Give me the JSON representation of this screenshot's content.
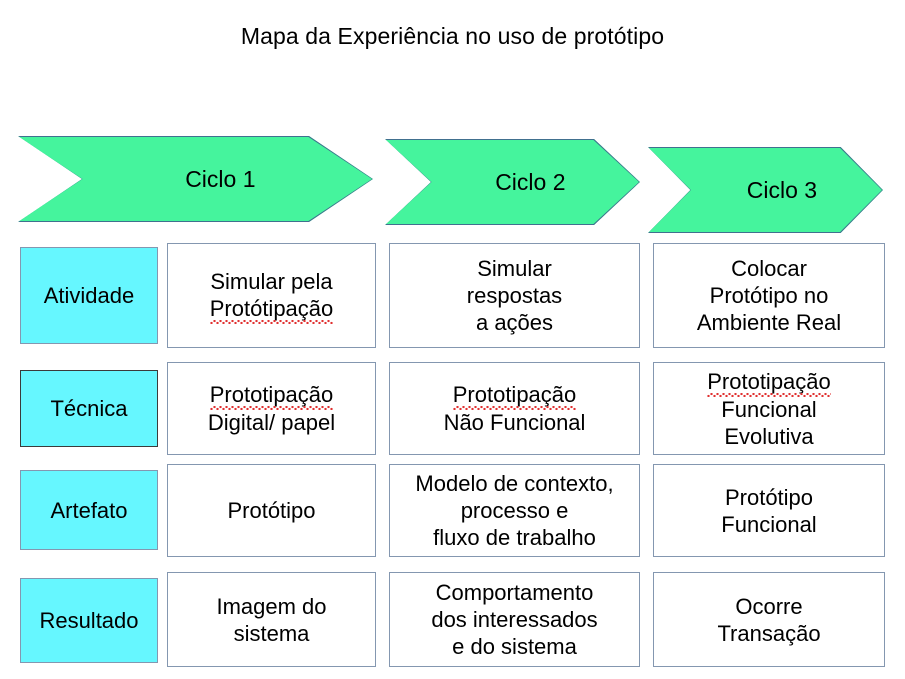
{
  "title": "Mapa da Experiência no uso de protótipo",
  "colors": {
    "arrow_fill": "#45F49D",
    "arrow_border": "#41708F",
    "label_fill": "#66F7FF",
    "cell_border": "#8497B0",
    "spellcheck_underline": "#E03030",
    "text": "#000000",
    "background": "#FFFFFF"
  },
  "phases": [
    {
      "label": "Ciclo 1"
    },
    {
      "label": "Ciclo 2"
    },
    {
      "label": "Ciclo 3"
    }
  ],
  "rows": [
    {
      "label": "Atividade",
      "cells": [
        {
          "lines": [
            "Simular pela",
            "Protótipação"
          ],
          "misspelled": [
            1
          ]
        },
        {
          "lines": [
            "Simular",
            "respostas",
            "a ações"
          ],
          "misspelled": []
        },
        {
          "lines": [
            "Colocar",
            "Protótipo  no",
            "Ambiente Real"
          ],
          "misspelled": []
        }
      ]
    },
    {
      "label": "Técnica",
      "cells": [
        {
          "lines": [
            "Prototipação",
            "Digital/ papel"
          ],
          "misspelled": [
            0
          ]
        },
        {
          "lines": [
            "Prototipação",
            "Não Funcional"
          ],
          "misspelled": [
            0
          ]
        },
        {
          "lines": [
            "Prototipação",
            "Funcional",
            "Evolutiva"
          ],
          "misspelled": [
            0
          ]
        }
      ]
    },
    {
      "label": "Artefato",
      "cells": [
        {
          "lines": [
            "Protótipo"
          ],
          "misspelled": []
        },
        {
          "lines": [
            "Modelo de contexto,",
            "processo e",
            "fluxo de trabalho"
          ],
          "misspelled": []
        },
        {
          "lines": [
            "Protótipo",
            "Funcional"
          ],
          "misspelled": []
        }
      ]
    },
    {
      "label": "Resultado",
      "cells": [
        {
          "lines": [
            "Imagem do",
            "sistema"
          ],
          "misspelled": []
        },
        {
          "lines": [
            "Comportamento",
            "dos interessados",
            "e do sistema"
          ],
          "misspelled": []
        },
        {
          "lines": [
            "Ocorre",
            "Transação"
          ],
          "misspelled": []
        }
      ]
    }
  ]
}
